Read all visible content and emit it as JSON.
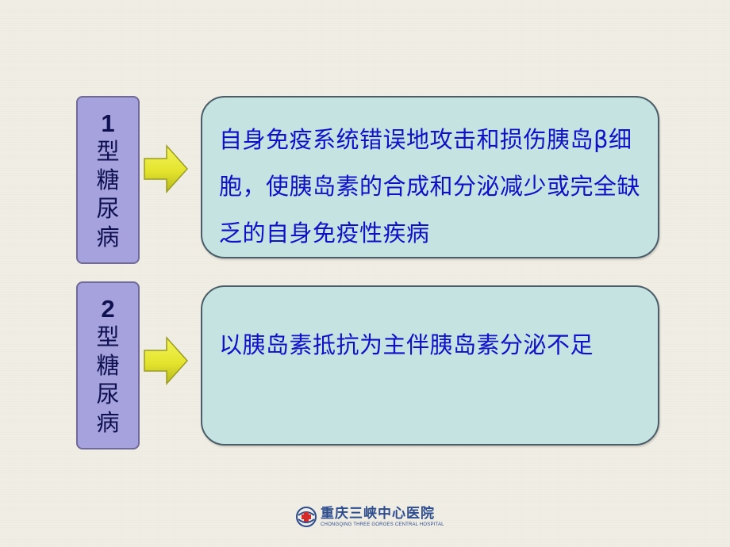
{
  "slide": {
    "rows": [
      {
        "number": "1",
        "chars": [
          "型",
          "糖",
          "尿",
          "病"
        ],
        "description": "自身免疫系统错误地攻击和损伤胰岛β细胞，使胰岛素的合成和分泌减少或完全缺乏的自身免疫性疾病"
      },
      {
        "number": "2",
        "chars": [
          "型",
          "糖",
          "尿",
          "病"
        ],
        "description": "以胰岛素抵抗为主伴胰岛素分泌不足"
      }
    ]
  },
  "footer": {
    "hospital_name": "重庆三峡中心医院",
    "hospital_name_en": "CHONGQING THREE GORGES CENTRAL HOSPITAL",
    "logo_icon": "hospital-emblem-icon"
  },
  "colors": {
    "background": "#f0ede4",
    "label_fill": "#a6a2dd",
    "label_text": "#0f1050",
    "box_fill": "#c5e3e1",
    "box_text": "#1010c8",
    "arrow_fill": "#e6e633"
  }
}
